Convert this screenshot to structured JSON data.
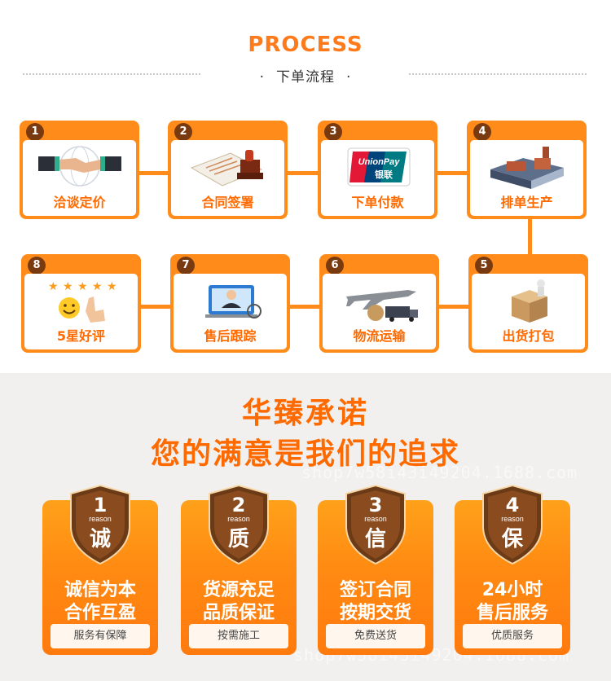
{
  "header": {
    "title": "PROCESS",
    "subtitle": "下单流程",
    "dot": "·"
  },
  "steps": [
    {
      "num": "1",
      "label": "洽谈定价",
      "icon": "handshake-icon"
    },
    {
      "num": "2",
      "label": "合同签署",
      "icon": "contract-stamp-icon"
    },
    {
      "num": "3",
      "label": "下单付款",
      "icon": "unionpay-card-icon",
      "card_text": "UnionPay",
      "card_cn": "银联"
    },
    {
      "num": "4",
      "label": "排单生产",
      "icon": "factory-icon"
    },
    {
      "num": "5",
      "label": "出货打包",
      "icon": "package-icon"
    },
    {
      "num": "6",
      "label": "物流运输",
      "icon": "airplane-truck-icon"
    },
    {
      "num": "7",
      "label": "售后跟踪",
      "icon": "customer-service-icon"
    },
    {
      "num": "8",
      "label": "5星好评",
      "icon": "five-star-rating-icon"
    }
  ],
  "promise": {
    "title": "华臻承诺",
    "subtitle": "您的满意是我们的追求",
    "watermarks": [
      "shop7w58i43i49204.1688.com",
      "shop7w58i43i49204.1688.com"
    ],
    "cards": [
      {
        "num": "1",
        "word": "reason",
        "char": "诚",
        "line1": "诚信为本",
        "line2": "合作互盈",
        "foot": "服务有保障"
      },
      {
        "num": "2",
        "word": "reason",
        "char": "质",
        "line1": "货源充足",
        "line2": "品质保证",
        "foot": "按需施工"
      },
      {
        "num": "3",
        "word": "reason",
        "char": "信",
        "line1": "签订合同",
        "line2": "按期交货",
        "foot": "免费送货"
      },
      {
        "num": "4",
        "word": "reason",
        "char": "保",
        "line1": "24小时",
        "line2": "售后服务",
        "foot": "优质服务"
      }
    ]
  },
  "colors": {
    "accent": "#ff8c1a",
    "text_orange": "#ff6a00",
    "num_badge": "#7a3a10"
  }
}
